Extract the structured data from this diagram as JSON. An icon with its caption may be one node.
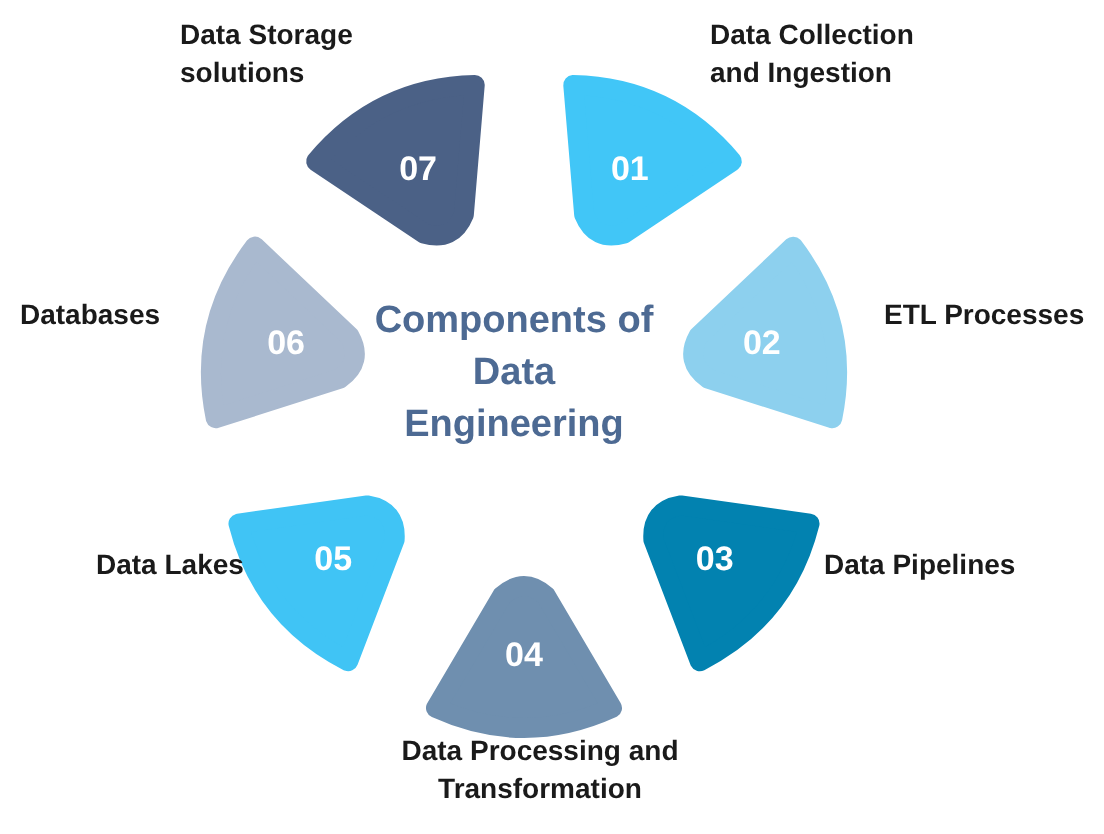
{
  "diagram": {
    "title": "Components of Data Engineering",
    "nodes": [
      {
        "text": [
          "01"
        ],
        "beside": [
          "Data Collection and Ingestion"
        ]
      },
      {
        "text": [
          "02"
        ],
        "beside": [
          "ETL Processes"
        ]
      },
      {
        "text": [
          "03"
        ],
        "beside": [
          "Data Pipelines"
        ]
      },
      {
        "text": [
          "04"
        ],
        "beside": [
          "Data Processing and Transformation"
        ]
      },
      {
        "text": [
          "05"
        ],
        "beside": [
          "Data Lakes"
        ]
      },
      {
        "text": [
          "06"
        ],
        "beside": [
          "Databases"
        ]
      },
      {
        "text": [
          "07"
        ],
        "beside": [
          "Data Storage solutions"
        ]
      }
    ],
    "edges": []
  }
}
